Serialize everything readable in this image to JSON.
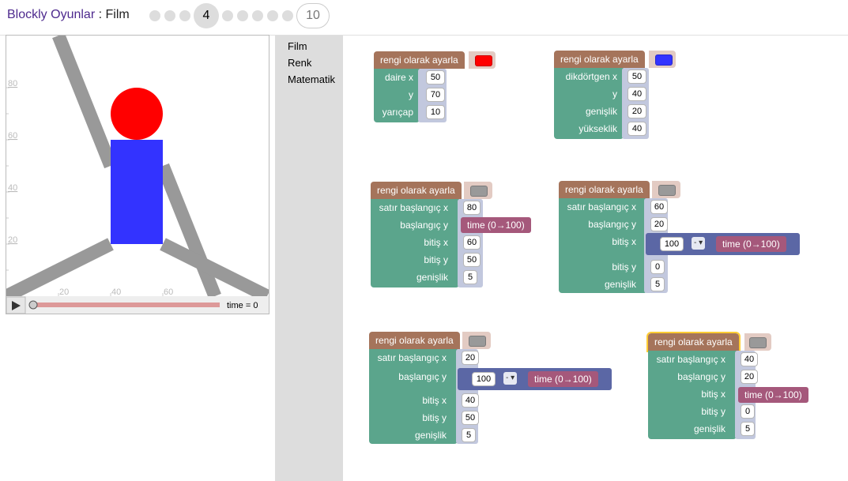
{
  "header": {
    "app": "Blockly Oyunlar",
    "separator": " : ",
    "game": "Film",
    "current_level": "4",
    "last_level": "10"
  },
  "toolbox": {
    "categories": [
      "Film",
      "Renk",
      "Matematik"
    ]
  },
  "visual": {
    "y_ticks": [
      "80",
      "60",
      "40",
      "20"
    ],
    "x_ticks": [
      "20",
      "40",
      "60"
    ],
    "time_label": "time = 0"
  },
  "blocks": {
    "b1": {
      "hat": "rengi olarak ayarla",
      "color": "#ff0000",
      "rows": [
        {
          "label": "daire x",
          "value": "50"
        },
        {
          "label": "y",
          "value": "70"
        },
        {
          "label": "yarıçap",
          "value": "10"
        }
      ]
    },
    "b2": {
      "hat": "rengi olarak ayarla",
      "color": "#3333ff",
      "rows": [
        {
          "label": "dikdörtgen x",
          "value": "50"
        },
        {
          "label": "y",
          "value": "40"
        },
        {
          "label": "genişlik",
          "value": "20"
        },
        {
          "label": "yükseklik",
          "value": "40"
        }
      ]
    },
    "b3": {
      "hat": "rengi olarak ayarla",
      "color": "#999999",
      "rows": [
        {
          "label": "satır başlangıç x",
          "value": "80"
        },
        {
          "label": "başlangıç y",
          "value": "time (0→100)"
        },
        {
          "label": "bitiş x",
          "value": "60"
        },
        {
          "label": "bitiş y",
          "value": "50"
        },
        {
          "label": "genişlik",
          "value": "5"
        }
      ]
    },
    "b4": {
      "hat": "rengi olarak ayarla",
      "color": "#999999",
      "rows": [
        {
          "label": "satır başlangıç x",
          "value": "60"
        },
        {
          "label": "başlangıç y",
          "value": "20"
        },
        {
          "label": "bitiş x",
          "value": "100",
          "op": "-",
          "right": "time (0→100)"
        },
        {
          "label": "bitiş y",
          "value": "0"
        },
        {
          "label": "genişlik",
          "value": "5"
        }
      ]
    },
    "b5": {
      "hat": "rengi olarak ayarla",
      "color": "#999999",
      "rows": [
        {
          "label": "satır başlangıç x",
          "value": "20"
        },
        {
          "label": "başlangıç y",
          "value": "100",
          "op": "-",
          "right": "time (0→100)"
        },
        {
          "label": "bitiş x",
          "value": "40"
        },
        {
          "label": "bitiş y",
          "value": "50"
        },
        {
          "label": "genişlik",
          "value": "5"
        }
      ]
    },
    "b6": {
      "hat": "rengi olarak ayarla",
      "color": "#999999",
      "rows": [
        {
          "label": "satır başlangıç x",
          "value": "40"
        },
        {
          "label": "başlangıç y",
          "value": "20"
        },
        {
          "label": "bitiş x",
          "value": "time (0→100)"
        },
        {
          "label": "bitiş y",
          "value": "0"
        },
        {
          "label": "genişlik",
          "value": "5"
        }
      ]
    }
  }
}
